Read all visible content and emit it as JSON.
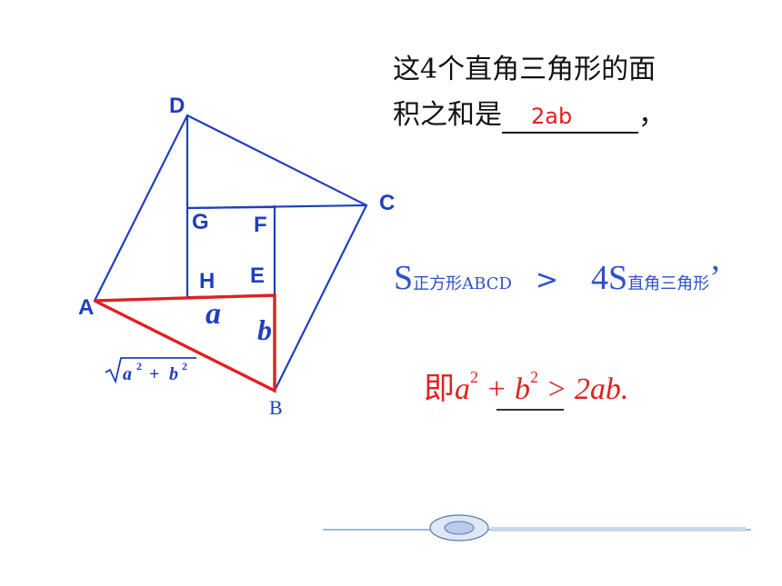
{
  "question": {
    "line1": "这4个直角三角形的面",
    "line2_prefix": "积之和是",
    "answer": "2ab",
    "line2_suffix": "，"
  },
  "vertices": {
    "A": "A",
    "B": "B",
    "C": "C",
    "D": "D",
    "E": "E",
    "F": "F",
    "G": "G",
    "H": "H"
  },
  "segments": {
    "a": "a",
    "b": "b"
  },
  "hypotenuse": {
    "expr": "a² + b²",
    "a": "a",
    "b": "b",
    "exp": "2",
    "plus": "+"
  },
  "inequality": {
    "s": "S",
    "sub_square": "正方形ABCD",
    "op": ">",
    "coef_s": "4S",
    "sub_tri": "直角三角形",
    "tail": "’"
  },
  "result": {
    "lead": "即",
    "a": "a",
    "exp1": "2",
    "plus_b": " + b",
    "exp2": "2",
    "rest": " > 2ab."
  },
  "colors": {
    "blue": "#1f3fbf",
    "red": "#e02020"
  }
}
